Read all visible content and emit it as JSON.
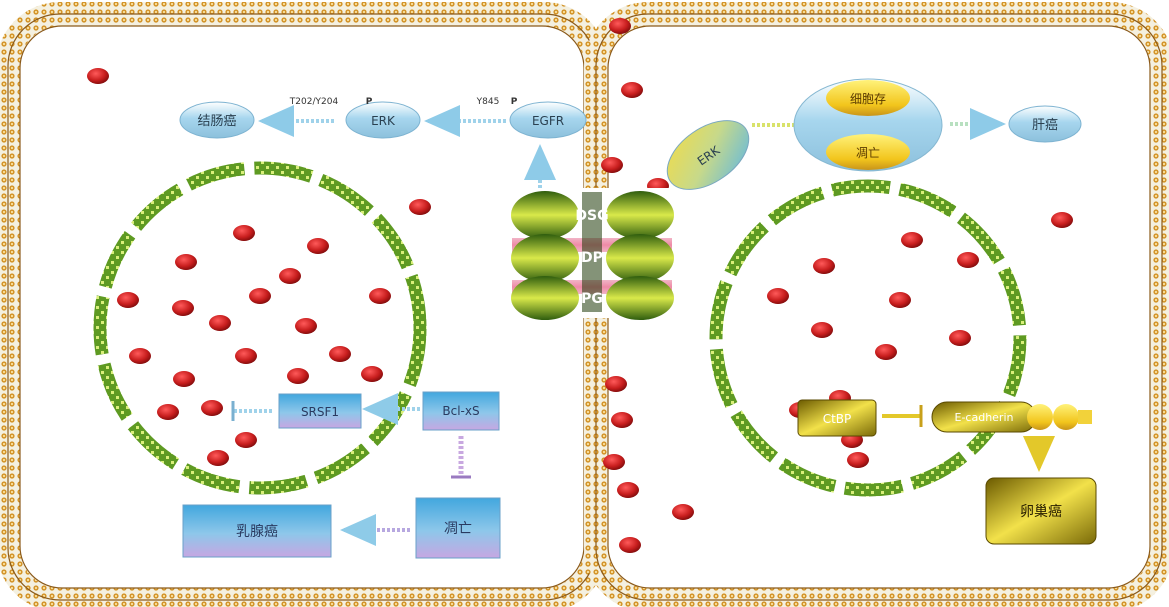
{
  "colors": {
    "membrane_outer": "#e0a030",
    "membrane_inner": "#8a8a8a",
    "nuclear_ring": "#7ab83a",
    "protein_red": "#c81e1e",
    "pale_blue": "#a9d4ea",
    "blue_box": "#4aa8d8",
    "lavender": "#c8a8e0",
    "yellow": "#f2e04a",
    "olive": "#8a7a10"
  },
  "left_cell": {
    "colorectal_cancer": "结肠癌",
    "erk_label": "ERK",
    "erk_phospho_site": "T202/Y204",
    "egfr_label": "EGFR",
    "egfr_phospho_site": "Y845",
    "phospho_mark": "P",
    "srsf1_label": "SRSF1",
    "bclxs_label": "Bcl-xS",
    "apoptosis_label": "凋亡",
    "breast_cancer": "乳腺癌"
  },
  "desmosome": {
    "dsg": "DSG",
    "dp": "DP",
    "pg": "PG"
  },
  "right_cell": {
    "erk_label": "ERK",
    "proliferation_label": "细胞存",
    "apoptosis_label": "凋亡",
    "liver_cancer": "肝癌",
    "ctbp_label": "CtBP",
    "ecadherin_label": "E-cadherin",
    "ovarian_cancer": "卵巢癌"
  }
}
